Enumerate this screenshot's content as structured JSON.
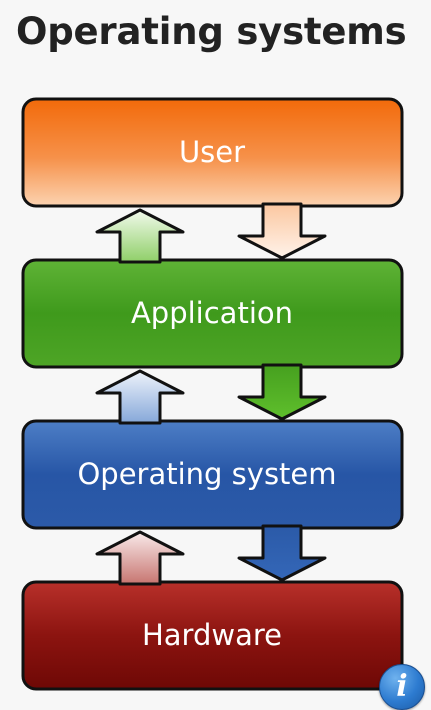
{
  "title": "Operating systems",
  "layers": [
    {
      "label": "User",
      "top_color": "#f26a0a",
      "bottom_color": "#fdd7b8"
    },
    {
      "label": "Application",
      "top_color": "#3f9a1c",
      "bottom_color": "#64b43a"
    },
    {
      "label": "Operating system",
      "top_color": "#1f4e9c",
      "bottom_color": "#3b6fbd"
    },
    {
      "label": "Hardware",
      "top_color": "#7a0e0a",
      "bottom_color": "#b52a24"
    }
  ],
  "info_icon": {
    "name": "info-icon",
    "glyph": "i"
  }
}
